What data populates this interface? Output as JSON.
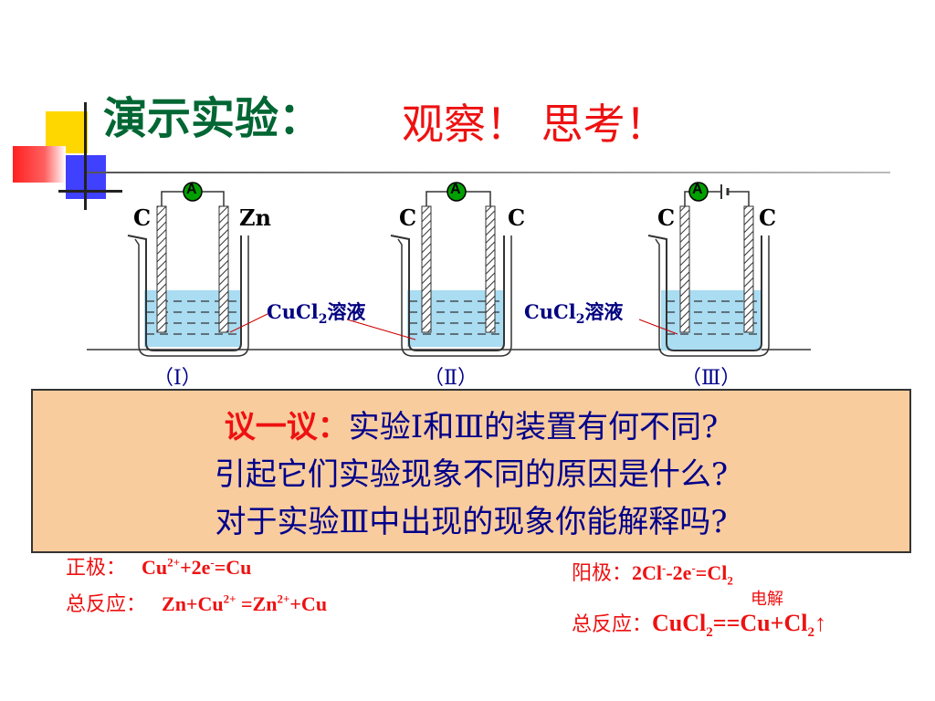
{
  "title": "演示实验：",
  "subtitle": "观察！ 思考！",
  "setup1": {
    "left_electrode": "C",
    "right_electrode": "Zn",
    "numeral": "（Ⅰ）"
  },
  "setup2": {
    "left_electrode": "C",
    "right_electrode": "C",
    "numeral": "（Ⅱ）"
  },
  "setup3": {
    "left_electrode": "C",
    "right_electrode": "C",
    "numeral": "（Ⅲ）"
  },
  "ammeter_symbol": "A",
  "solution_label_1": {
    "main": "CuCl",
    "sub": "2",
    "tail": "溶液"
  },
  "solution_label_2": {
    "main": "CuCl",
    "sub": "2",
    "tail": "溶液"
  },
  "discussion": {
    "lead": "议一议：",
    "line1": "实验Ⅰ和Ⅲ的装置有何不同?",
    "line2": "引起它们实验现象不同的原因是什么?",
    "line3": "对于实验Ⅲ中出现的现象你能解释吗?"
  },
  "left_equations": {
    "positive_label": "正极：",
    "positive_eq": "Cu2++2e-=Cu",
    "total_label": "总反应：",
    "total_eq": "Zn+Cu2+ =Zn2++Cu"
  },
  "right_equations": {
    "anode_label": "阳极：",
    "anode_eq": "2Cl--2e-=Cl2",
    "condition": "电解",
    "total_label": "总反应：",
    "total_eq": "CuCl2==Cu+Cl2↑"
  },
  "colors": {
    "title": "#006633",
    "accent": "#ee1111",
    "text": "#00008b",
    "box": "#f9cc9d",
    "liquid": "#aadcf2"
  }
}
